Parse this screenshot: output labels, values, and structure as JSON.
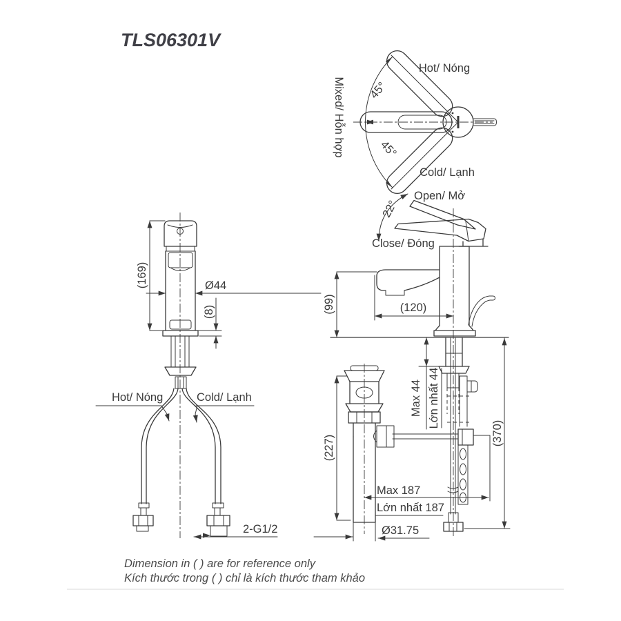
{
  "title": "TLS06301V",
  "colors": {
    "line": "#3a3a3a",
    "title": "#3f3f46",
    "note": "#4a4a4a",
    "divider": "#e6e6e6"
  },
  "top_view": {
    "hot": "Hot/ Nóng",
    "cold": "Cold/ Lạnh",
    "mixed": "Mixed/ Hỗn hợp",
    "angle_upper": "45°",
    "angle_lower": "45°"
  },
  "side_view": {
    "open": "Open/ Mở",
    "close": "Close/ Đóng",
    "angle": "22°",
    "spout_height": "(99)",
    "spout_reach": "(120)",
    "deck_max": "Max 44",
    "deck_max_vi": "Lớn nhất 44",
    "below_counter": "(370)",
    "drain_height": "(227)",
    "rod_travel": "Max 187",
    "rod_travel_vi": "Lớn nhất 187",
    "drain_diameter": "Ø31.75"
  },
  "front_view": {
    "total_height": "(169)",
    "body_diameter": "Ø44",
    "base_height": "(8)",
    "hot": "Hot/ Nóng",
    "cold": "Cold/ Lạnh",
    "thread": "2-G1/2"
  },
  "footer": {
    "note_en": "Dimension in ( ) are for reference only",
    "note_vi": "Kích thước trong ( ) chỉ là kích thước tham khảo"
  }
}
